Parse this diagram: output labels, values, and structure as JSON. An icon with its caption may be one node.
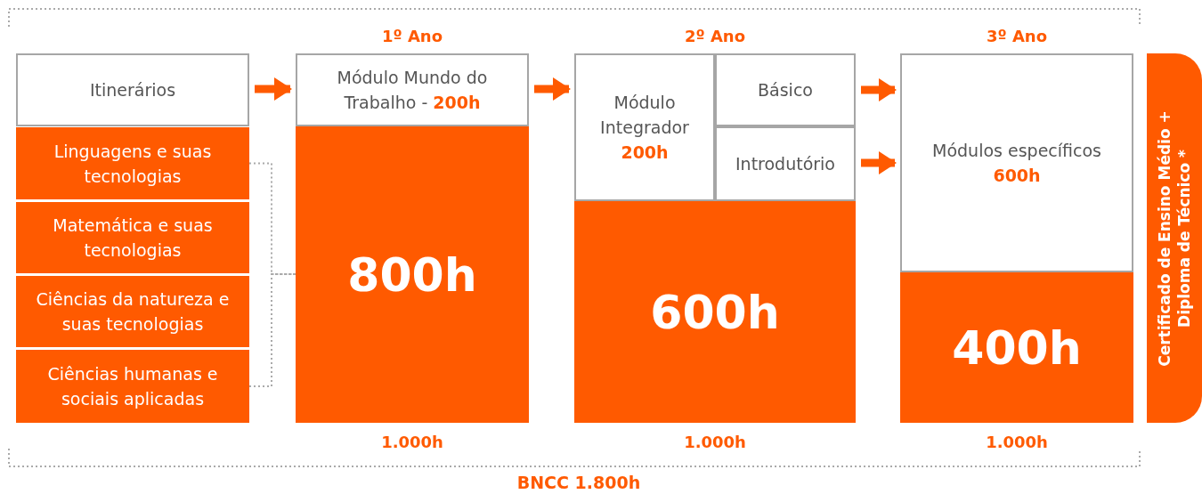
{
  "diagram": {
    "nodes": [
      {
        "text": [
          "Itinerários"
        ]
      },
      {
        "text": [
          "Linguagens e suas tecnologias"
        ]
      },
      {
        "text": [
          "Matemática e suas tecnologias"
        ]
      },
      {
        "text": [
          "Ciências da natureza e suas tecnologias"
        ]
      },
      {
        "text": [
          "Ciências humanas e sociais aplicadas"
        ]
      },
      {
        "text": [
          "1º Ano"
        ],
        "beside": [
          "1.000h"
        ]
      },
      {
        "text": [
          "Módulo Mundo do Trabalho - **200h**"
        ],
        "in": 5
      },
      {
        "text": [
          "800h"
        ],
        "in": 5
      },
      {
        "text": [
          "2º Ano"
        ],
        "beside": [
          "1.000h"
        ]
      },
      {
        "text": [
          "Módulo Integrador",
          "200h"
        ],
        "in": 8
      },
      {
        "text": [
          "Básico"
        ],
        "in": 8
      },
      {
        "text": [
          "Introdutório"
        ],
        "in": 8
      },
      {
        "text": [
          "600h"
        ],
        "in": 8
      },
      {
        "text": [
          "3º Ano"
        ],
        "beside": [
          "1.000h"
        ]
      },
      {
        "text": [
          "Módulos específicos",
          "600h"
        ],
        "in": 13
      },
      {
        "text": [
          "400h"
        ],
        "in": 13
      },
      {
        "text": [
          "Certificado de Ensino Médio + Diploma de Técnico *"
        ]
      }
    ],
    "edges": [
      {
        "from": 0,
        "to": 6,
        "arrow": "to"
      },
      {
        "from": 6,
        "to": 9,
        "arrow": "to"
      },
      {
        "from": 10,
        "to": 14,
        "arrow": "to"
      },
      {
        "from": 11,
        "to": 14,
        "arrow": "to"
      },
      {
        "from": 1,
        "to": 7,
        "arrow": "none",
        "style": "dashed",
        "color": "#aaaaaa"
      },
      {
        "from": 4,
        "to": 7,
        "arrow": "none",
        "style": "dashed",
        "color": "#aaaaaa"
      }
    ],
    "labels": [
      "BNCC 1.800h"
    ]
  }
}
